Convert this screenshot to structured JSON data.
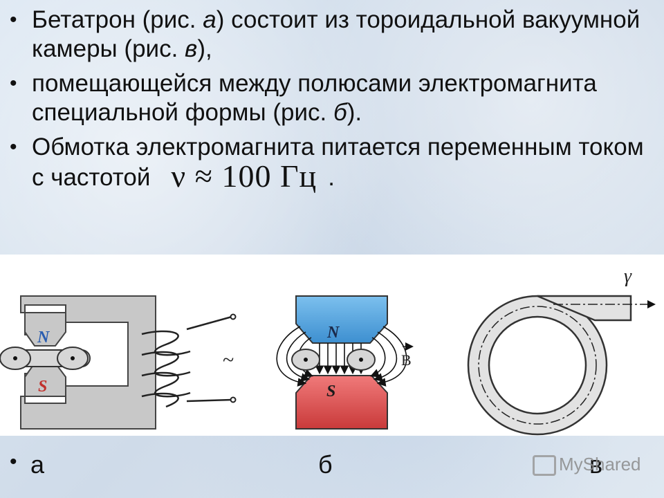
{
  "bullets": [
    {
      "pre": "Бетатрон (рис. ",
      "ital1": "а",
      "mid": ") состоит из тороидальной вакуумной камеры (рис. ",
      "ital2": "в",
      "post": "),"
    },
    {
      "text": " помещающейся между полюсами электромагнита специальной формы (рис. ",
      "ital": "б",
      "post": ")."
    },
    {
      "text": " Обмотка электромагнита питается переменным током с частотой",
      "formula": "ν ≈ 100 Гц",
      "post": "."
    }
  ],
  "figures": {
    "a": {
      "pole_n": "N",
      "pole_s": "S",
      "ac_symbol": "~"
    },
    "b": {
      "pole_n": "N",
      "pole_s": "S",
      "field_label": "B"
    },
    "v": {
      "beam_label": "γ"
    }
  },
  "captions": {
    "a": "а",
    "b": "б",
    "v": "в"
  },
  "watermark": "MyShared",
  "colors": {
    "pole_blue": "#5aa9e0",
    "pole_red": "#e35a5a",
    "yoke_gray": "#c8c8c8",
    "n_label": "#2a5db0",
    "s_label": "#c0302b"
  }
}
